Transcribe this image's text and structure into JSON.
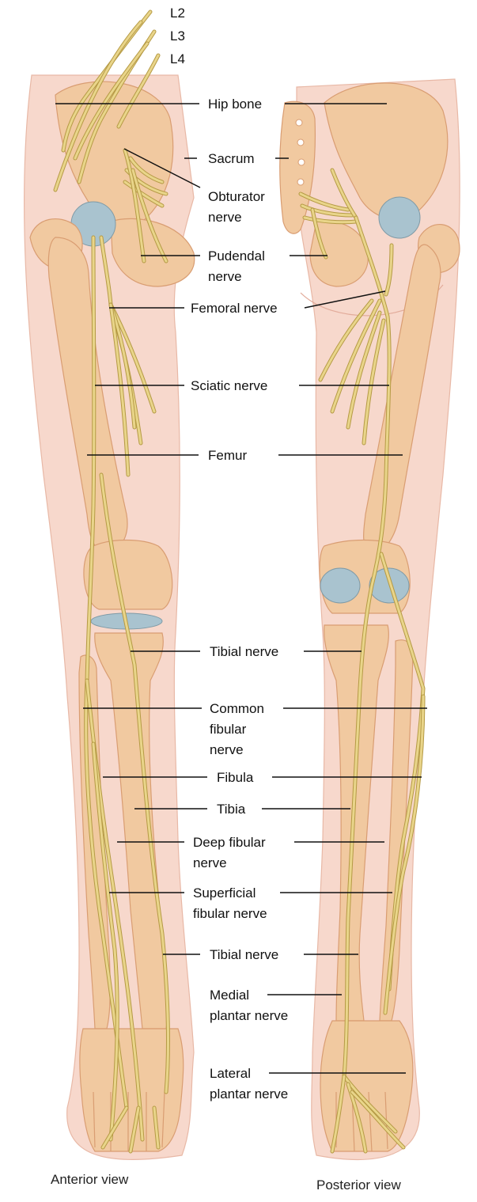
{
  "colors": {
    "skin": "#f7d8cc",
    "skin_edge": "#e8b8a6",
    "bone": "#f1c9a0",
    "bone_edge": "#d99d72",
    "cartilage": "#a9c3cf",
    "nerve": "#e9d58a",
    "nerve_edge": "#b59a45",
    "leader": "#111111"
  },
  "spinal_levels": [
    "L2",
    "L3",
    "L4"
  ],
  "labels": {
    "hip_bone": "Hip bone",
    "sacrum": "Sacrum",
    "obturator": [
      "Obturator",
      "nerve"
    ],
    "pudendal": [
      "Pudendal",
      "nerve"
    ],
    "femoral": "Femoral nerve",
    "sciatic": "Sciatic nerve",
    "femur": "Femur",
    "tibial_upper": "Tibial nerve",
    "common_fibular": [
      "Common",
      "fibular",
      "nerve"
    ],
    "fibula": "Fibula",
    "tibia": "Tibia",
    "deep_fibular": [
      "Deep fibular",
      "nerve"
    ],
    "superficial_fibular": [
      "Superficial",
      "fibular nerve"
    ],
    "tibial_lower": "Tibial nerve",
    "medial_plantar": [
      "Medial",
      "plantar nerve"
    ],
    "lateral_plantar": [
      "Lateral",
      "plantar nerve"
    ]
  },
  "views": {
    "anterior": "Anterior view",
    "posterior": "Posterior view"
  }
}
